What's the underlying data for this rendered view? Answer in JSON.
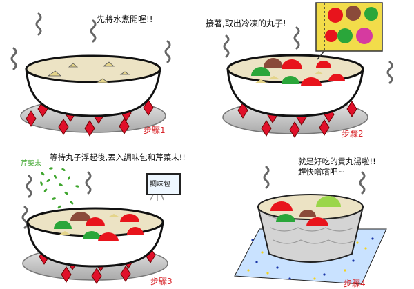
{
  "panels": [
    {
      "caption": "先將水煮開喔!!",
      "step": "步驟1"
    },
    {
      "caption": "接著,取出冷凍的丸子!",
      "step": "步驟2"
    },
    {
      "caption": "等待丸子浮起後,丟入調味包和芹菜末!!",
      "step": "步驟3",
      "celery_label": "芹菜末",
      "seasoning_label": "調味包"
    },
    {
      "caption_line1": "就是好吃的貢丸湯啦!!",
      "caption_line2": "趕快嚐嚐吧~",
      "step": "步驟4"
    }
  ],
  "colors": {
    "broth": "#ece3c4",
    "flame": "#e0102a",
    "meatball_red": "#e8141c",
    "meatball_brown": "#8a4a3a",
    "meatball_green": "#2aa63a",
    "meatball_lime": "#9ad64a",
    "panel4_mat": "#c9e2ff"
  }
}
